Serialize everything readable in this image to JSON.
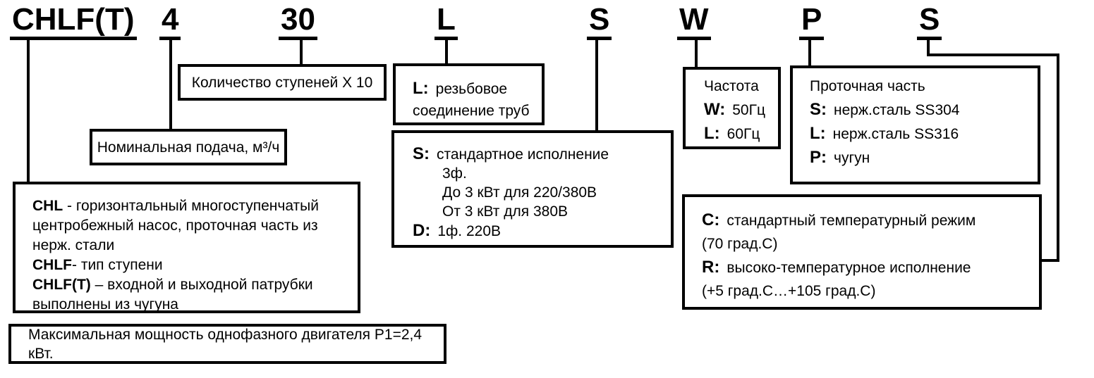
{
  "colors": {
    "ink": "#000000",
    "background": "#ffffff"
  },
  "title_code": {
    "parts": [
      "CHLF(T)",
      "4",
      "30",
      "L",
      "S",
      "W",
      "P",
      "S"
    ]
  },
  "boxes": {
    "stages": {
      "text": "Количество ступеней X 10"
    },
    "nominal_flow": {
      "text": "Номинальная подача, м³/ч"
    },
    "pump_type": {
      "lines": [
        {
          "prefix": "CHL",
          "text": " - горизонтальный многоступенчатый центробежный насос, проточная часть из нерж. стали"
        },
        {
          "prefix": "CHLF",
          "text": "- тип ступени"
        },
        {
          "prefix": "CHLF(T)",
          "text": " – входной и выходной патрубки выполнены из чугуна"
        }
      ]
    },
    "max_power": {
      "text": "Максимальная мощность однофазного двигателя P1=2,4 кВт."
    },
    "pipe_connection": {
      "prefix": "L:",
      "text": "резьбовое соединение труб"
    },
    "execution": {
      "lines": [
        {
          "prefix": "S:",
          "text": "стандартное исполнение"
        },
        {
          "prefix": "",
          "text": "3ф."
        },
        {
          "prefix": "",
          "text": "До 3 кВт для 220/380В"
        },
        {
          "prefix": "",
          "text": "От 3 кВт для 380В"
        },
        {
          "prefix": "D:",
          "text": "1ф. 220В"
        }
      ]
    },
    "frequency": {
      "title": "Частота",
      "lines": [
        {
          "prefix": "W:",
          "text": "50Гц"
        },
        {
          "prefix": "L:",
          "text": "60Гц"
        }
      ]
    },
    "flow_part": {
      "title": "Проточная часть",
      "lines": [
        {
          "prefix": "S:",
          "text": "нерж.сталь SS304"
        },
        {
          "prefix": "L:",
          "text": "нерж.сталь SS316"
        },
        {
          "prefix": "P:",
          "text": "чугун"
        }
      ]
    },
    "temperature": {
      "lines": [
        {
          "prefix": "C:",
          "text": "стандартный температурный режим"
        },
        {
          "prefix": "",
          "text": "(70 град.C)"
        },
        {
          "prefix": "R:",
          "text": "высоко-температурное исполнение"
        },
        {
          "prefix": "",
          "text": "(+5 град.C…+105 град.C)"
        }
      ]
    }
  }
}
